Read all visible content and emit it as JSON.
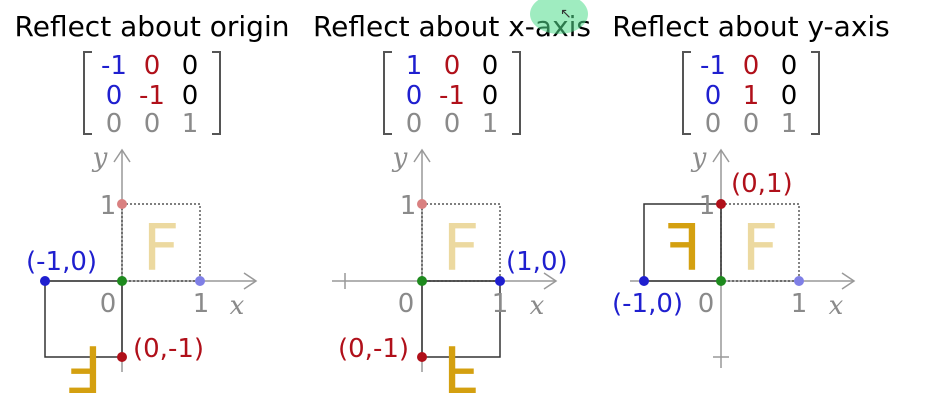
{
  "colors": {
    "blue": "#1f1fcf",
    "red": "#b0101a",
    "black": "#000000",
    "gray": "#8a8a8a",
    "green": "#1e8a1e",
    "letter_light": "#ecd9a0",
    "letter_dark": "#d4a010"
  },
  "panels": [
    {
      "title": "Reflect about origin",
      "matrix": [
        [
          "-1",
          "0",
          "0"
        ],
        [
          "0",
          "-1",
          "0"
        ],
        [
          "0",
          "0",
          "1"
        ]
      ],
      "x_axis_label": "x",
      "y_axis_label": "y",
      "tick_zero": "0",
      "tick_x_one": "1",
      "tick_y_one": "1",
      "point_blue_label": "(-1,0)",
      "point_red_label": "(0,-1)",
      "letter": "F"
    },
    {
      "title": "Reflect about x-axis",
      "matrix": [
        [
          "1",
          "0",
          "0"
        ],
        [
          "0",
          "-1",
          "0"
        ],
        [
          "0",
          "0",
          "1"
        ]
      ],
      "x_axis_label": "x",
      "y_axis_label": "y",
      "tick_zero": "0",
      "tick_x_one": "1",
      "tick_y_one": "1",
      "point_blue_label": "(1,0)",
      "point_red_label": "(0,-1)",
      "letter": "F"
    },
    {
      "title": "Reflect about y-axis",
      "matrix": [
        [
          "-1",
          "0",
          "0"
        ],
        [
          "0",
          "1",
          "0"
        ],
        [
          "0",
          "0",
          "1"
        ]
      ],
      "x_axis_label": "x",
      "y_axis_label": "y",
      "tick_zero": "0",
      "tick_x_one": "1",
      "tick_y_one": "1",
      "point_blue_label": "(-1,0)",
      "point_red_label": "(0,1)",
      "letter": "F"
    }
  ]
}
